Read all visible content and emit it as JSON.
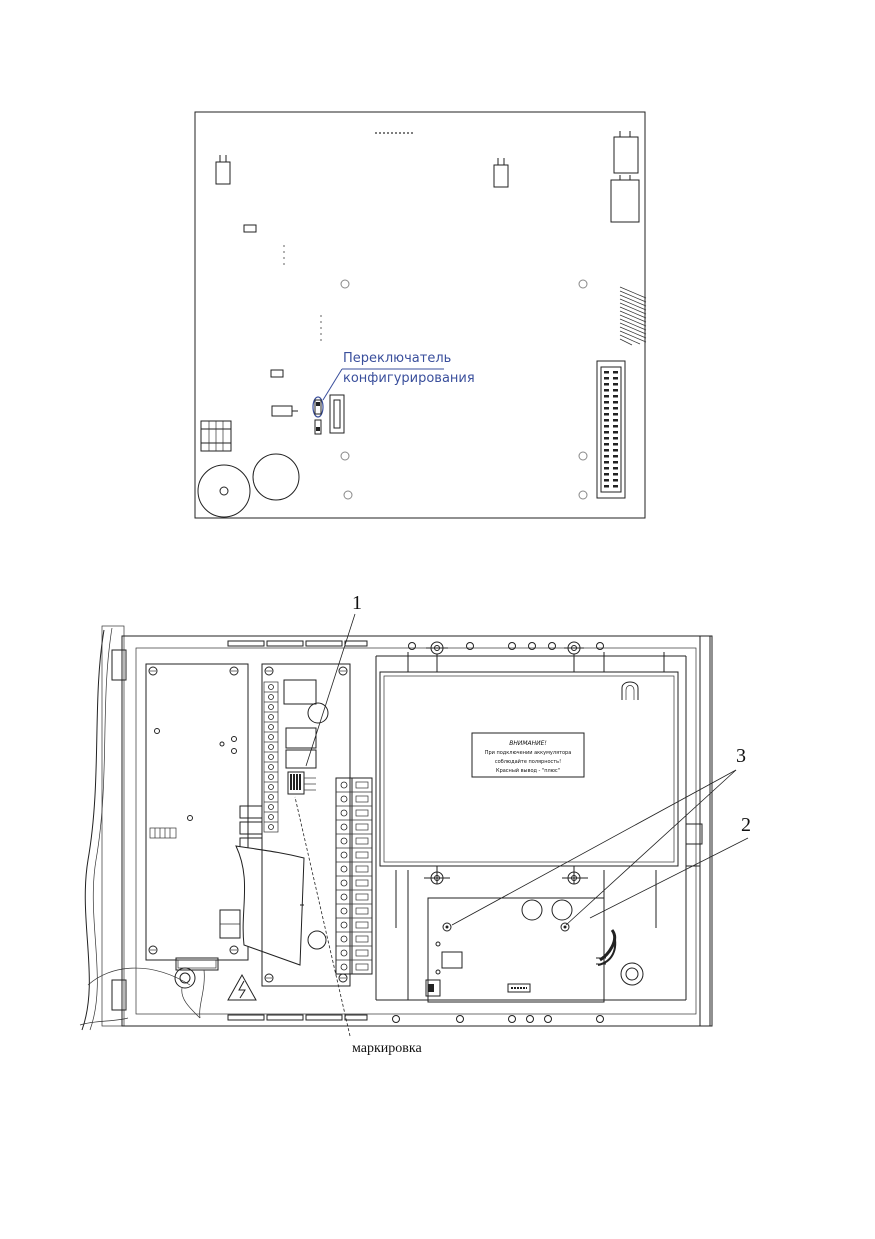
{
  "board_view": {
    "switch_label_line1": "Переключатель",
    "switch_label_line2": "конфигурирования"
  },
  "enclosure_view": {
    "callout_1": "1",
    "callout_2": "2",
    "callout_3": "3",
    "marking_label": "маркировка",
    "warning_plate": {
      "title": "ВНИМАНИЕ!",
      "line1": "При подключении аккумулятора",
      "line2": "соблюдайте полярность!",
      "line3": "Красный вывод - \"плюс\""
    }
  }
}
